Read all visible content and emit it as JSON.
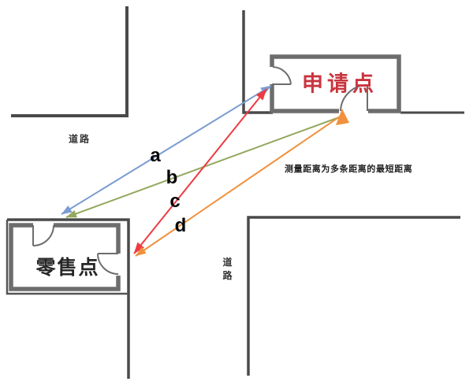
{
  "labels": {
    "applicant": "申请点",
    "retail": "零售点",
    "road_top": "道路",
    "road_right": "道路",
    "note": "测量距离为多条距离的最短距离"
  },
  "lines": [
    {
      "label": "a",
      "color": "#7b9cd1"
    },
    {
      "label": "b",
      "color": "#94a85e"
    },
    {
      "label": "c",
      "color": "#ee3b42"
    },
    {
      "label": "d",
      "color": "#f0913d"
    }
  ],
  "colors": {
    "wall": "#6d6d6d",
    "road": "#4a4a4a",
    "applicant_text": "#c9353f",
    "retail_text": "#262626"
  }
}
